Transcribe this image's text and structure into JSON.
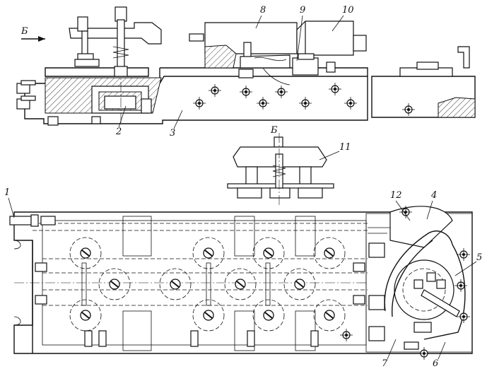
{
  "labels": {
    "n1": "1",
    "n2": "2",
    "n3": "3",
    "n4": "4",
    "n5": "5",
    "n6": "6",
    "n7": "7",
    "n8": "8",
    "n9": "9",
    "n10": "10",
    "n11": "11",
    "n12": "12",
    "view_arrow": "Б",
    "view_title": "Б"
  }
}
